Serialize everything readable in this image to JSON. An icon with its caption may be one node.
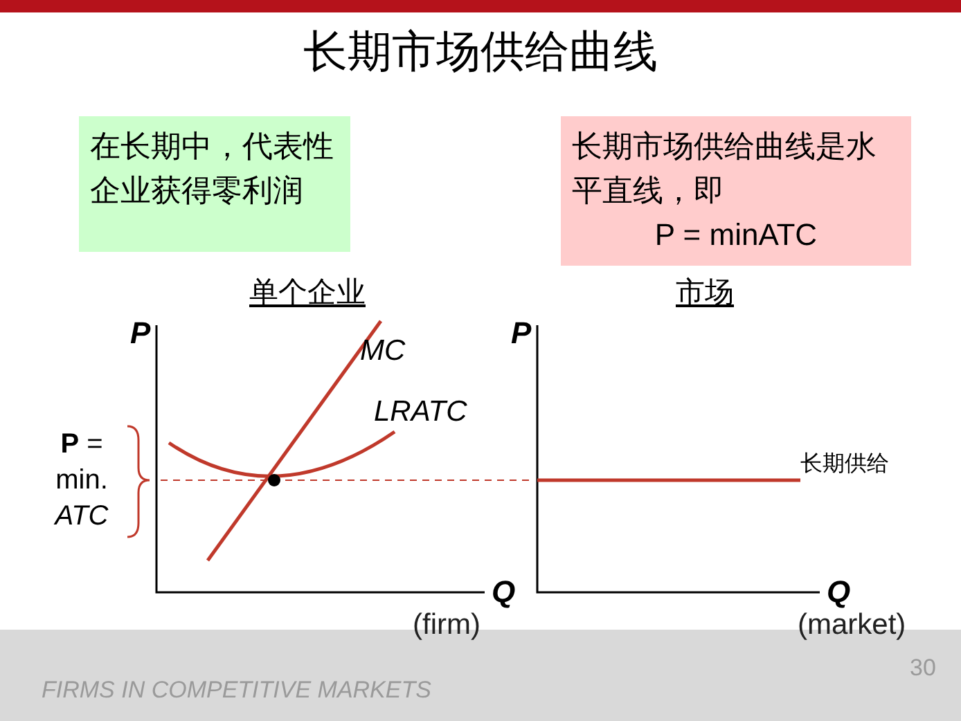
{
  "diagram": {
    "title": "长期市场供给曲线",
    "nodes": [
      {
        "text": [
          "在长期中，代表性企业获得零利润"
        ]
      },
      {
        "text": [
          "长期市场供给曲线是水平直线，即",
          "P = minATC"
        ]
      }
    ],
    "labels": [
      "单个企业",
      "P",
      "MC",
      "LRATC",
      "**P** = min. *ATC*",
      "Q",
      "(firm)",
      "市场",
      "P",
      "长期供给",
      "Q",
      "(market)",
      "FIRMS IN COMPETITIVE MARKETS",
      "30"
    ]
  }
}
